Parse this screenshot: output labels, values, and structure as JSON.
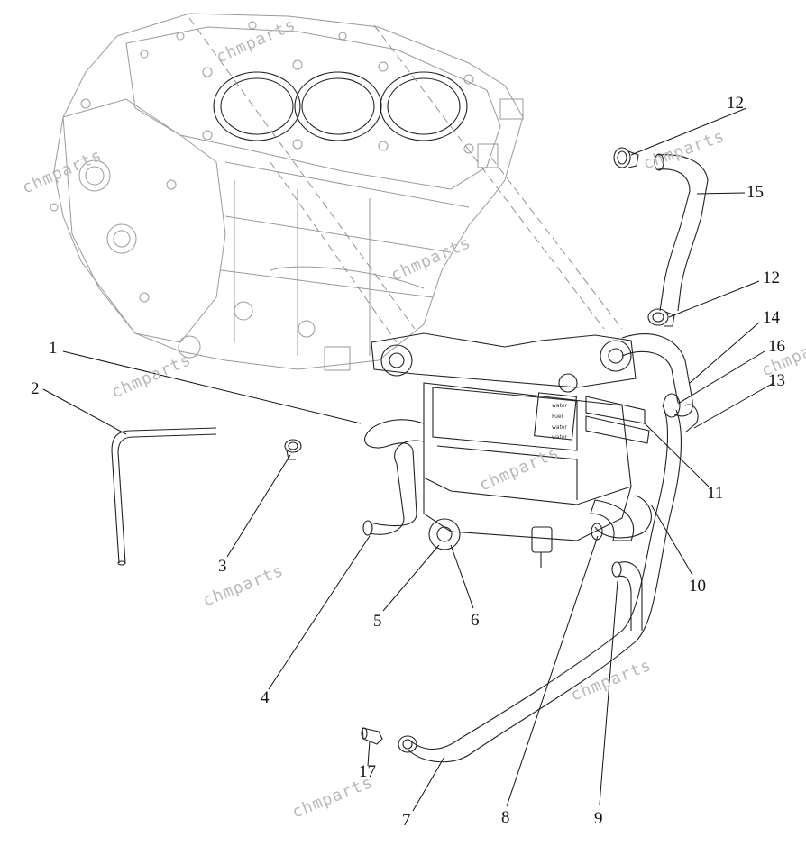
{
  "callouts": [
    {
      "id": "1",
      "label": "1"
    },
    {
      "id": "2",
      "label": "2"
    },
    {
      "id": "3",
      "label": "3"
    },
    {
      "id": "4",
      "label": "4"
    },
    {
      "id": "5",
      "label": "5"
    },
    {
      "id": "6",
      "label": "6"
    },
    {
      "id": "7",
      "label": "7"
    },
    {
      "id": "8",
      "label": "8"
    },
    {
      "id": "9",
      "label": "9"
    },
    {
      "id": "10",
      "label": "10"
    },
    {
      "id": "11",
      "label": "11"
    },
    {
      "id": "12a",
      "label": "12"
    },
    {
      "id": "12b",
      "label": "12"
    },
    {
      "id": "13",
      "label": "13"
    },
    {
      "id": "14",
      "label": "14"
    },
    {
      "id": "15",
      "label": "15"
    },
    {
      "id": "16",
      "label": "16"
    },
    {
      "id": "17",
      "label": "17"
    }
  ],
  "watermark": "chmparts",
  "module_text": [
    "water",
    "Fuel",
    "water",
    "water"
  ]
}
